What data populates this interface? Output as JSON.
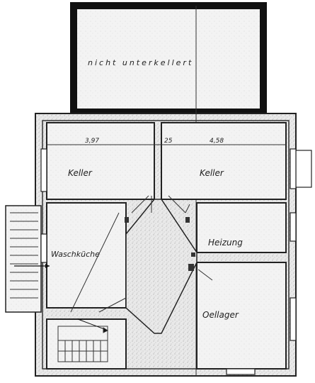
{
  "plan": {
    "rooms": {
      "unexcavated": "nicht unterkellert",
      "keller_left": "Keller",
      "keller_right": "Keller",
      "heizung": "Heizung",
      "waschkueche": "Waschküche",
      "oellager": "Oellager"
    },
    "dimensions": {
      "left_width": "3,97",
      "wall": "25",
      "right_width": "4,58"
    }
  }
}
